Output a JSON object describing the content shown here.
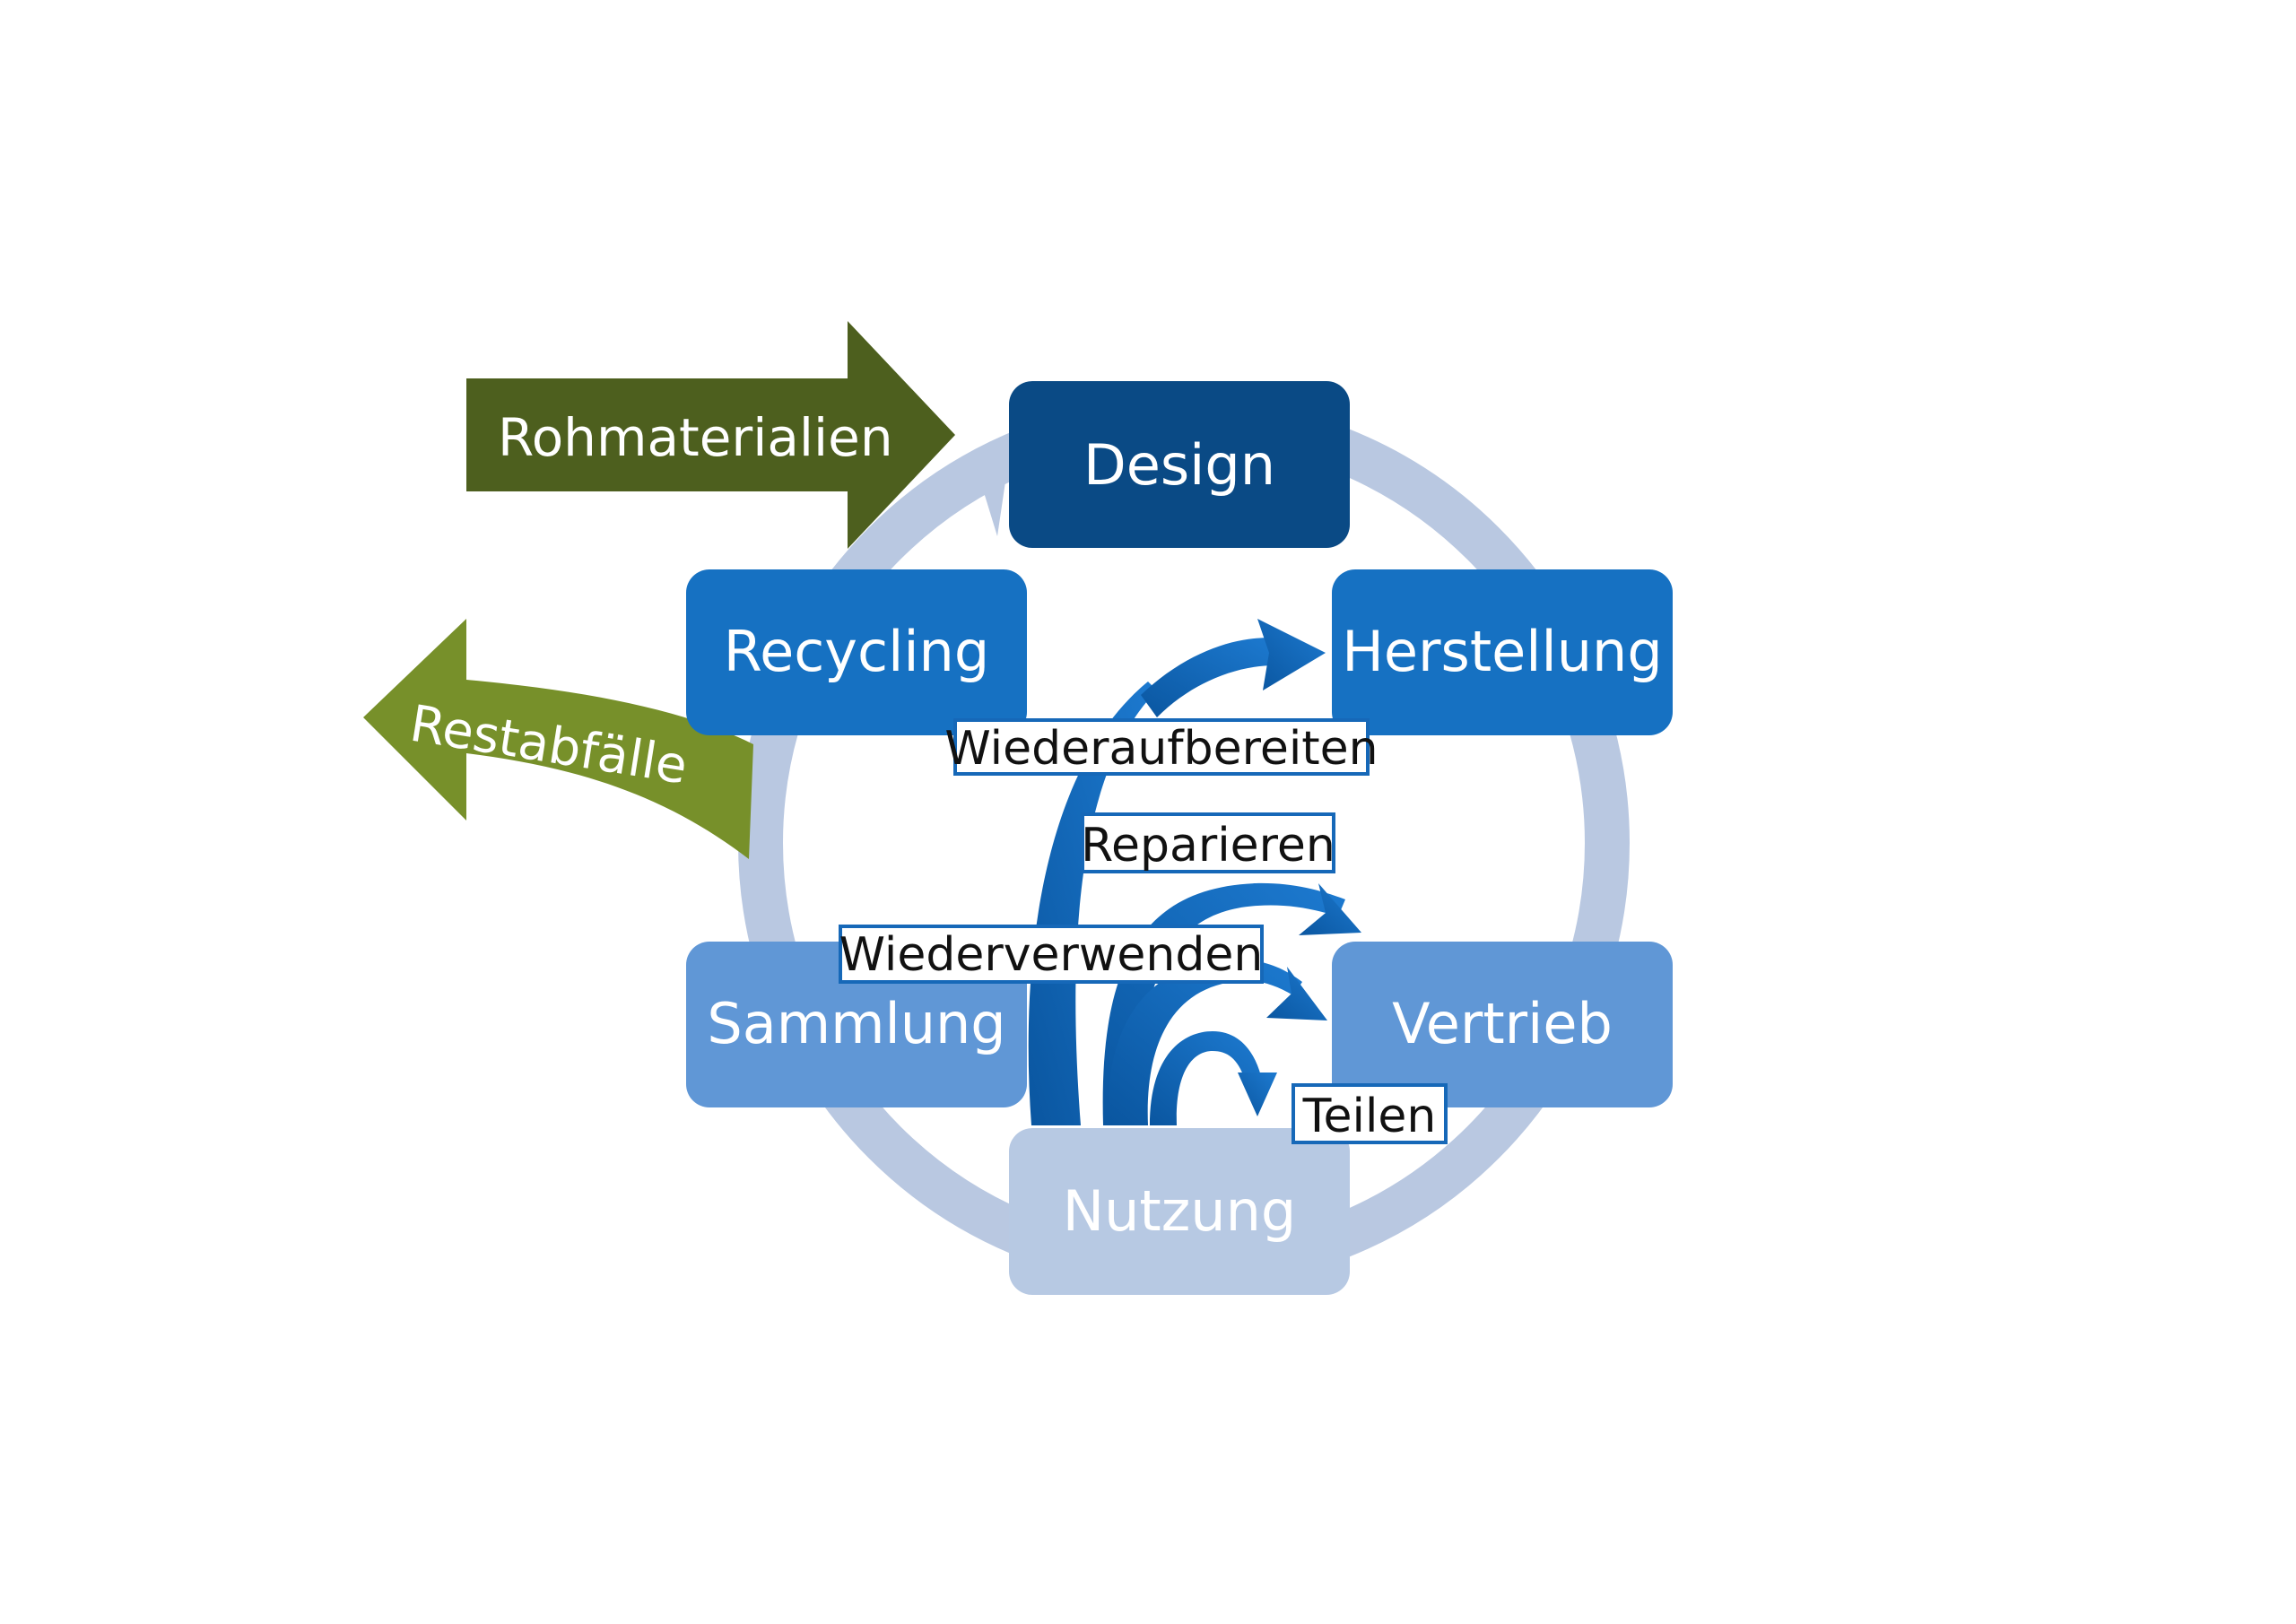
{
  "cycle": {
    "nodes": {
      "design": {
        "label": "Design",
        "color": "#0a4a85"
      },
      "herstellung": {
        "label": "Herstellung",
        "color": "#1671c2"
      },
      "vertrieb": {
        "label": "Vertrieb",
        "color": "#6097d6"
      },
      "nutzung": {
        "label": "Nutzung",
        "color": "#b7c9e3"
      },
      "sammlung": {
        "label": "Sammlung",
        "color": "#6097d6"
      },
      "recycling": {
        "label": "Recycling",
        "color": "#1671c2"
      }
    },
    "ring_color": "#b9c8e1"
  },
  "inputs": {
    "rohmaterialien": {
      "label": "Rohmaterialien",
      "color": "#4d5f1e"
    },
    "restabfaelle": {
      "label": "Restabfälle",
      "color": "#77902a"
    }
  },
  "loops": {
    "wiederaufbereiten": "Wiederaufbereiten",
    "reparieren": "Reparieren",
    "wiederverwenden": "Wiederverwenden",
    "teilen": "Teilen",
    "arrow_color": "#1668b8"
  }
}
